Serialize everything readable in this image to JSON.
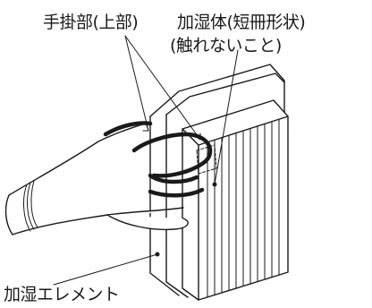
{
  "labels": {
    "handle_top": "手掛部(上部)",
    "humidifier_line1": "加湿体(短冊形状)",
    "humidifier_line2": "(触れないこと)",
    "element": "加湿エレメント"
  },
  "colors": {
    "line": "#1a1a1a",
    "background": "#ffffff"
  }
}
